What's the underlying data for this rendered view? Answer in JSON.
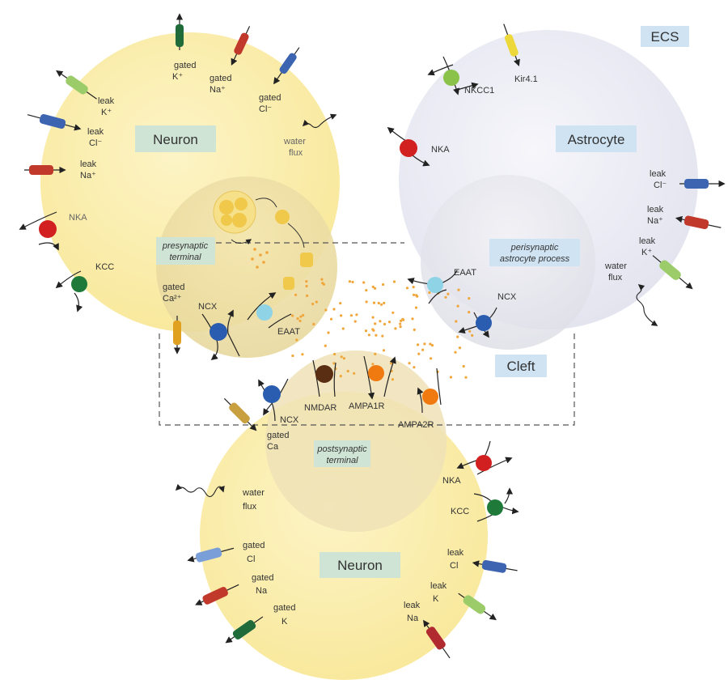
{
  "labels": {
    "ecs": "ECS",
    "neuron_top": "Neuron",
    "neuron_bottom": "Neuron",
    "astrocyte": "Astrocyte",
    "cleft": "Cleft",
    "presynaptic": [
      "presynaptic",
      "terminal"
    ],
    "postsynaptic": [
      "postsynaptic",
      "terminal"
    ],
    "perisynaptic": [
      "perisynaptic",
      "astrocyte process"
    ]
  },
  "top_neuron": {
    "gated_k": [
      "gated",
      "K⁺"
    ],
    "gated_na": [
      "gated",
      "Na⁺"
    ],
    "gated_cl": [
      "gated",
      "Cl⁻"
    ],
    "leak_k": [
      "leak",
      "K⁺"
    ],
    "leak_cl": [
      "leak",
      "Cl⁻"
    ],
    "leak_na": [
      "leak",
      "Na⁺"
    ],
    "water_flux": [
      "water",
      "flux"
    ],
    "nka": "NKA",
    "kcc": "KCC",
    "gated_ca": [
      "gated",
      "Ca²⁺"
    ],
    "ncx": "NCX",
    "eaat": "EAAT"
  },
  "astrocyte": {
    "nkcc1": "NKCC1",
    "kir41": "Kir4.1",
    "nka": "NKA",
    "leak_cl": [
      "leak",
      "Cl⁻"
    ],
    "leak_na": [
      "leak",
      "Na⁺"
    ],
    "leak_k": [
      "leak",
      "K⁺"
    ],
    "water_flux": [
      "water",
      "flux"
    ],
    "eaat": "EAAT",
    "ncx": "NCX"
  },
  "post_membrane": {
    "ncx": "NCX",
    "nmdar": "NMDAR",
    "ampa1r": "AMPA1R",
    "ampa2r": "AMPA2R",
    "gated_ca": [
      "gated",
      "Ca"
    ]
  },
  "bottom_neuron": {
    "water_flux": [
      "water",
      "flux"
    ],
    "gated_cl": [
      "gated",
      "Cl"
    ],
    "gated_na": [
      "gated",
      "Na"
    ],
    "gated_k": [
      "gated",
      "K"
    ],
    "nka": "NKA",
    "kcc": "KCC",
    "leak_cl": [
      "leak",
      "Cl"
    ],
    "leak_k": [
      "leak",
      "K"
    ],
    "leak_na": [
      "leak",
      "Na"
    ]
  },
  "colors": {
    "neuron_fill": "#fbeeae",
    "astrocyte_fill": "#ecedf5",
    "label_box_green": "#cfe4d4",
    "label_box_blue": "#cfe3f3",
    "glutamate": "#f0a63a",
    "channel_green": "#1f6b3a",
    "channel_red": "#c0392b",
    "channel_blue": "#3d64b0",
    "channel_lightgreen": "#9ccc6a",
    "channel_yellow": "#ecd83a",
    "channel_orange": "#e0a020",
    "transporter_red": "#d22020",
    "transporter_green": "#1f7a3a",
    "transporter_blue": "#2a5db0",
    "transporter_cyan": "#8fd3e6",
    "transporter_brown": "#5a2e12",
    "transporter_orange": "#f07a10",
    "transporter_lime": "#8bc34a"
  }
}
